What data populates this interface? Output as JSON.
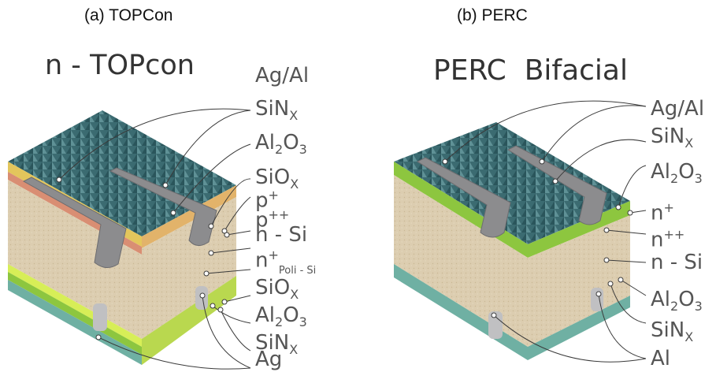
{
  "captions": {
    "a": "(a) TOPCon",
    "b": "(b) PERC"
  },
  "topcon": {
    "title": "n - TOPcon",
    "labels": {
      "agal": "Ag/Al",
      "sinx_top": "SiN",
      "al2o3_top": "Al",
      "siox_top": "SiO",
      "p_plus": "p",
      "p_plusplus": "p",
      "n_si": "n - Si",
      "n_poli": "n",
      "n_poli_sub": "Poli - Si",
      "siox_bot": "SiO",
      "al2o3_bot": "Al",
      "sinx_bot": "SiN",
      "ag": "Ag"
    }
  },
  "perc": {
    "title": "PERC  Bifacial",
    "labels": {
      "agal": "Ag/Al",
      "sinx_top": "SiN",
      "al2o3_top": "Al",
      "n_plus": "n",
      "n_plusplus": "n",
      "n_si": "n - Si",
      "al2o3_bot": "Al",
      "sinx_bot": "SiN",
      "al": "Al"
    }
  },
  "colors": {
    "pyramid_dark": "#2f5c63",
    "pyramid_light": "#5d8c8f",
    "bulk": "#d9c9aa",
    "bulk_side": "#cbb995",
    "contact": "#8d8d8f",
    "p_layer": "#e5c75a",
    "p_plusplus": "#d98d72",
    "green": "#8dc63f",
    "lime": "#d4ec53",
    "teal": "#6fb0a3",
    "line": "#3a3a3a"
  }
}
